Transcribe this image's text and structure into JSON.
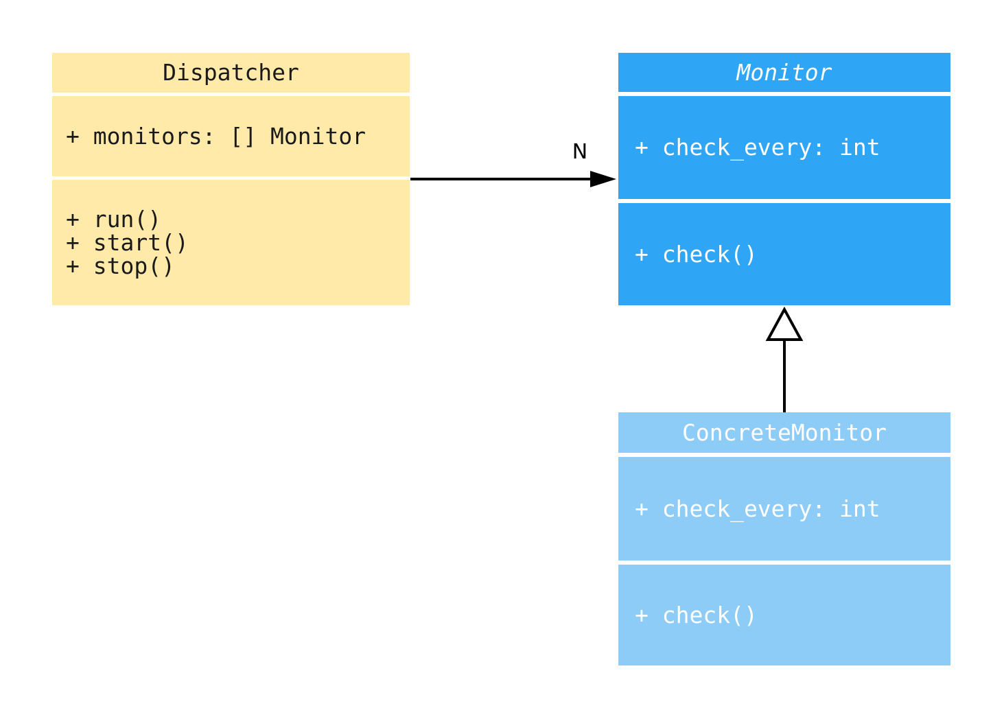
{
  "page": {
    "type": "uml-class-diagram",
    "background_color": "#ffffff"
  },
  "diagram": {
    "classes": [
      {
        "name": "Dispatcher",
        "abstract": false,
        "fill_color": "#ffeaa9",
        "text_color": "#1a1a1a",
        "attributes": [
          "+ monitors: [] Monitor"
        ],
        "methods": [
          "+ run()",
          "+ start()",
          "+ stop()"
        ]
      },
      {
        "name": "Monitor",
        "abstract": true,
        "fill_color": "#2fa5f6",
        "text_color": "#ffffff",
        "attributes": [
          "+ check_every: int"
        ],
        "methods": [
          "+ check()"
        ]
      },
      {
        "name": "ConcreteMonitor",
        "abstract": false,
        "fill_color": "#8eccf8",
        "text_color": "#ffffff",
        "attributes": [
          "+ check_every: int"
        ],
        "methods": [
          "+ check()"
        ]
      }
    ],
    "relationships": [
      {
        "type": "association",
        "from": "Dispatcher",
        "to": "Monitor",
        "label": "N",
        "arrow_style": "filled-arrowhead",
        "line_color": "#000000"
      },
      {
        "type": "inheritance",
        "from": "ConcreteMonitor",
        "to": "Monitor",
        "label": "",
        "arrow_style": "hollow-triangle",
        "line_color": "#000000"
      }
    ]
  }
}
